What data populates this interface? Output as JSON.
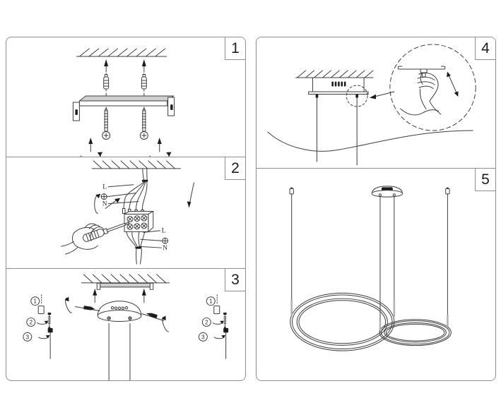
{
  "panels": {
    "step1": {
      "number": "1"
    },
    "step2": {
      "number": "2",
      "top_labels": {
        "line": "L",
        "neutral": "N"
      },
      "bottom_labels": {
        "line": "L",
        "neutral": "N"
      }
    },
    "step3": {
      "number": "3",
      "left_steps": {
        "one": "1",
        "two": "2",
        "three": "3"
      },
      "right_steps": {
        "one": "1",
        "two": "2",
        "three": "3"
      }
    },
    "step4": {
      "number": "4"
    },
    "step5": {
      "number": "5"
    }
  },
  "icons": {
    "ground_symbol": "⊕",
    "rotation_arrow": "↻",
    "up_arrow": "↑"
  },
  "colors": {
    "line": "#3c3c3c",
    "panel_border": "#8e8e8e",
    "dark_fill": "#1c1c1c",
    "metal_gray": "#cfcfcf",
    "sleeve_gray": "#b3b3b3",
    "background": "#ffffff"
  }
}
